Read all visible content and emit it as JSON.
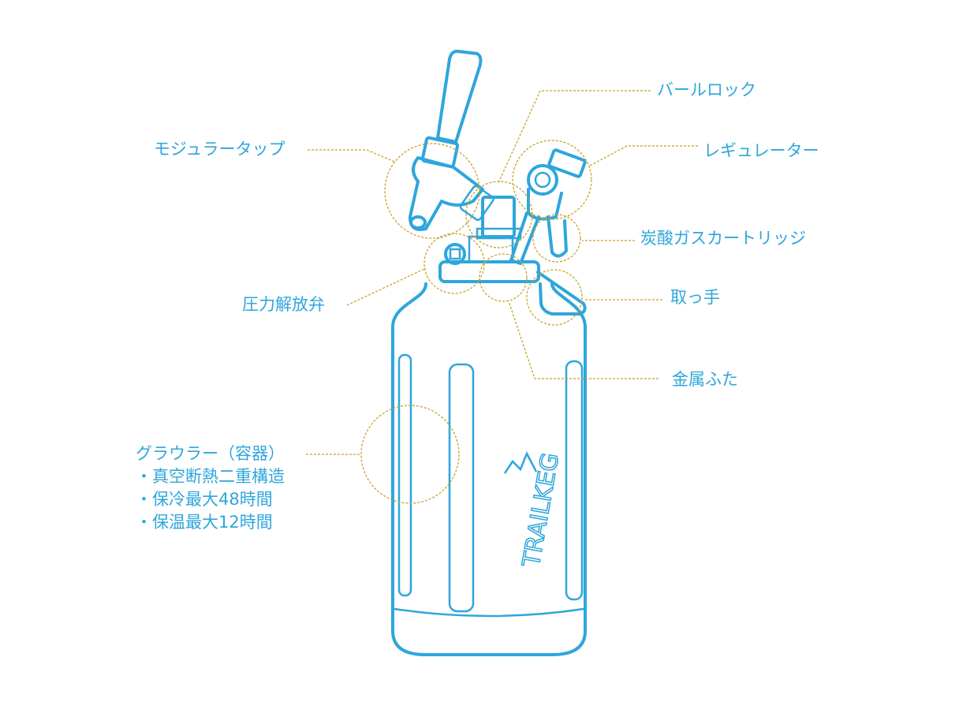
{
  "labels": {
    "modular_tap": "モジュラータップ",
    "barrel_lock": "バールロック",
    "regulator": "レギュレーター",
    "co2_cartridge": "炭酸ガスカートリッジ",
    "handle": "取っ手",
    "metal_lid": "金属ふた",
    "pressure_valve": "圧力解放弁",
    "growler": {
      "title": "グラウラー（容器）",
      "features": [
        "・真空断熱二重構造",
        "・保冷最大48時間",
        "・保温最大12時間"
      ]
    }
  },
  "logo": {
    "text": "TRAILKEG"
  },
  "colors": {
    "line": "#2ea6dc",
    "leader": "#c9a12a"
  }
}
